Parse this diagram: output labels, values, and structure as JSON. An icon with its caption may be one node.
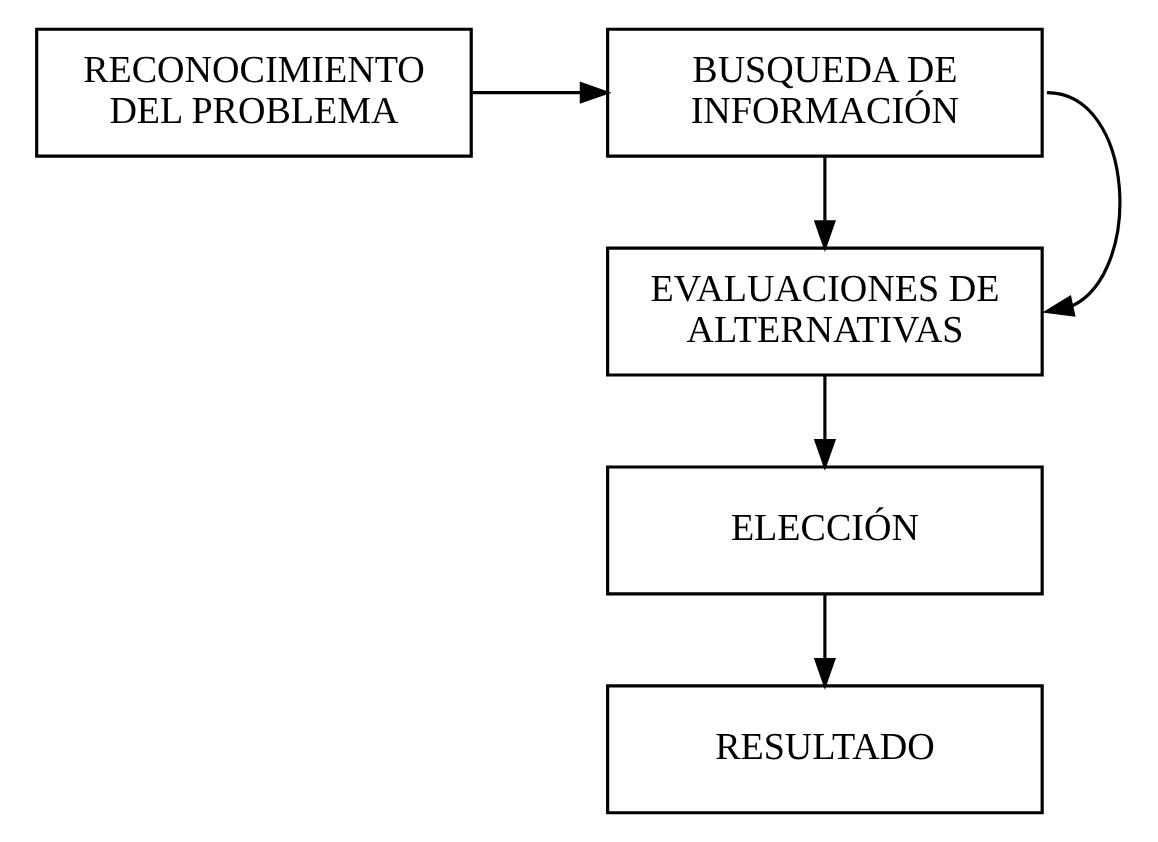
{
  "diagram": {
    "nodes": [
      {
        "text": [
          "RECONOCIMIENTO DEL PROBLEMA"
        ]
      },
      {
        "text": [
          "BUSQUEDA DE INFORMACIÓN"
        ]
      },
      {
        "text": [
          "EVALUACIONES DE ALTERNATIVAS"
        ]
      },
      {
        "text": [
          "ELECCIÓN"
        ]
      },
      {
        "text": [
          "RESULTADO"
        ]
      }
    ],
    "edges": [
      {
        "from": 0,
        "to": 1,
        "arrow": "to"
      },
      {
        "from": 1,
        "to": 2,
        "arrow": "to"
      },
      {
        "from": 1,
        "to": 2,
        "arrow": "to"
      },
      {
        "from": 2,
        "to": 3,
        "arrow": "to"
      },
      {
        "from": 3,
        "to": 4,
        "arrow": "to"
      }
    ]
  }
}
